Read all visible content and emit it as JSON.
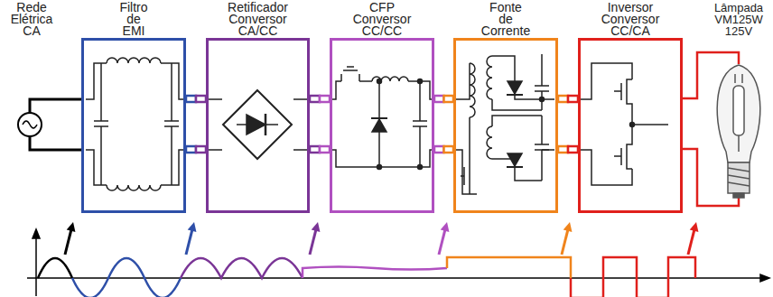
{
  "diagram": {
    "nodes": [
      {
        "text": [
          "Filtro de EMI"
        ]
      },
      {
        "text": [
          "Retificador Conversor CA/CC"
        ]
      },
      {
        "text": [
          "CFP Conversor CC/CC"
        ]
      },
      {
        "text": [
          "Fonte de Corrente"
        ]
      },
      {
        "text": [
          "Inversor Conversor CC/CA"
        ]
      }
    ],
    "edges": [
      {
        "from": 0,
        "to": 1,
        "arrow": "none"
      },
      {
        "from": 1,
        "to": 2,
        "arrow": "none"
      },
      {
        "from": 2,
        "to": 3,
        "arrow": "none"
      },
      {
        "from": 3,
        "to": 4,
        "arrow": "none"
      }
    ],
    "labels": [
      "Rede Elétrica CA",
      "Lâmpada VM125W 125V"
    ]
  }
}
